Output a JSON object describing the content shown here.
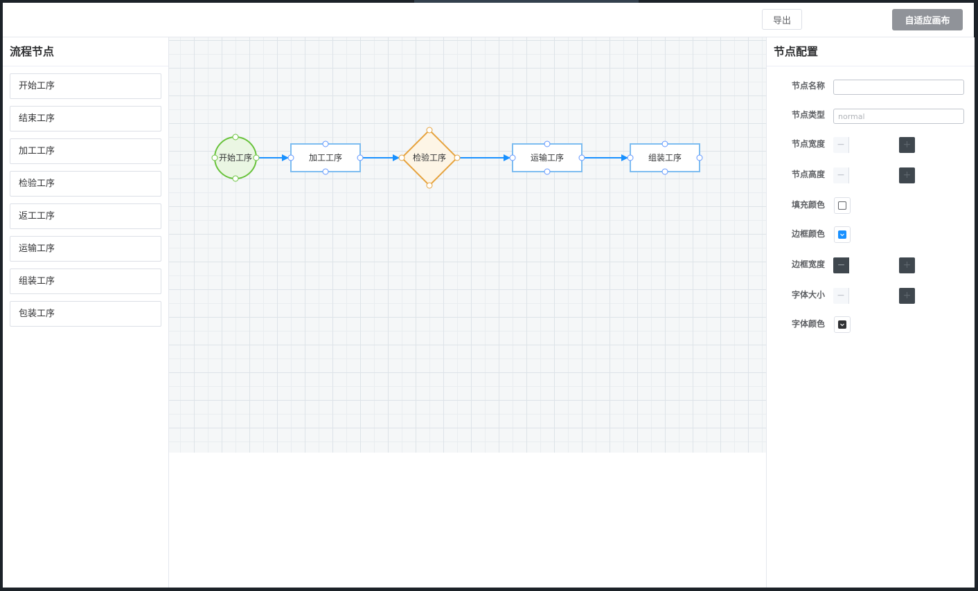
{
  "toolbar": {
    "export_label": "导出",
    "fit_canvas_label": "自适应画布"
  },
  "node_library": {
    "title": "流程节点",
    "items": [
      {
        "label": "开始工序"
      },
      {
        "label": "结束工序"
      },
      {
        "label": "加工工序"
      },
      {
        "label": "检验工序"
      },
      {
        "label": "返工工序"
      },
      {
        "label": "运输工序"
      },
      {
        "label": "组装工序"
      },
      {
        "label": "包装工序"
      }
    ]
  },
  "canvas": {
    "nodes": [
      {
        "id": "start",
        "label": "开始工序",
        "shape": "circle",
        "fill": "#eaf6e3",
        "stroke": "#67c23a"
      },
      {
        "id": "process",
        "label": "加工工序",
        "shape": "rect",
        "fill": "#ffffff",
        "stroke": "#7cbcf0"
      },
      {
        "id": "inspect",
        "label": "检验工序",
        "shape": "diamond",
        "fill": "#fdf5e6",
        "stroke": "#e6a23c"
      },
      {
        "id": "transport",
        "label": "运输工序",
        "shape": "rect",
        "fill": "#ffffff",
        "stroke": "#7cbcf0"
      },
      {
        "id": "assemble",
        "label": "组装工序",
        "shape": "rect",
        "fill": "#ffffff",
        "stroke": "#7cbcf0"
      }
    ],
    "edges": [
      {
        "from": "start",
        "to": "process"
      },
      {
        "from": "process",
        "to": "inspect"
      },
      {
        "from": "inspect",
        "to": "transport"
      },
      {
        "from": "transport",
        "to": "assemble"
      }
    ],
    "edge_color": "#1890ff",
    "port_color": "#5f95ff"
  },
  "config": {
    "title": "节点配置",
    "name_label": "节点名称",
    "name_value": "",
    "type_label": "节点类型",
    "type_placeholder": "normal",
    "width_label": "节点宽度",
    "width_value": "",
    "height_label": "节点高度",
    "height_value": "",
    "fill_color_label": "填充颜色",
    "border_color_label": "边框颜色",
    "border_width_label": "边框宽度",
    "border_width_value": "",
    "font_size_label": "字体大小",
    "font_size_value": "",
    "font_color_label": "字体颜色",
    "minus_symbol": "−",
    "plus_symbol": "+",
    "colors": {
      "fill": "#ffffff",
      "border": "#1890ff",
      "font": "#303133"
    }
  }
}
